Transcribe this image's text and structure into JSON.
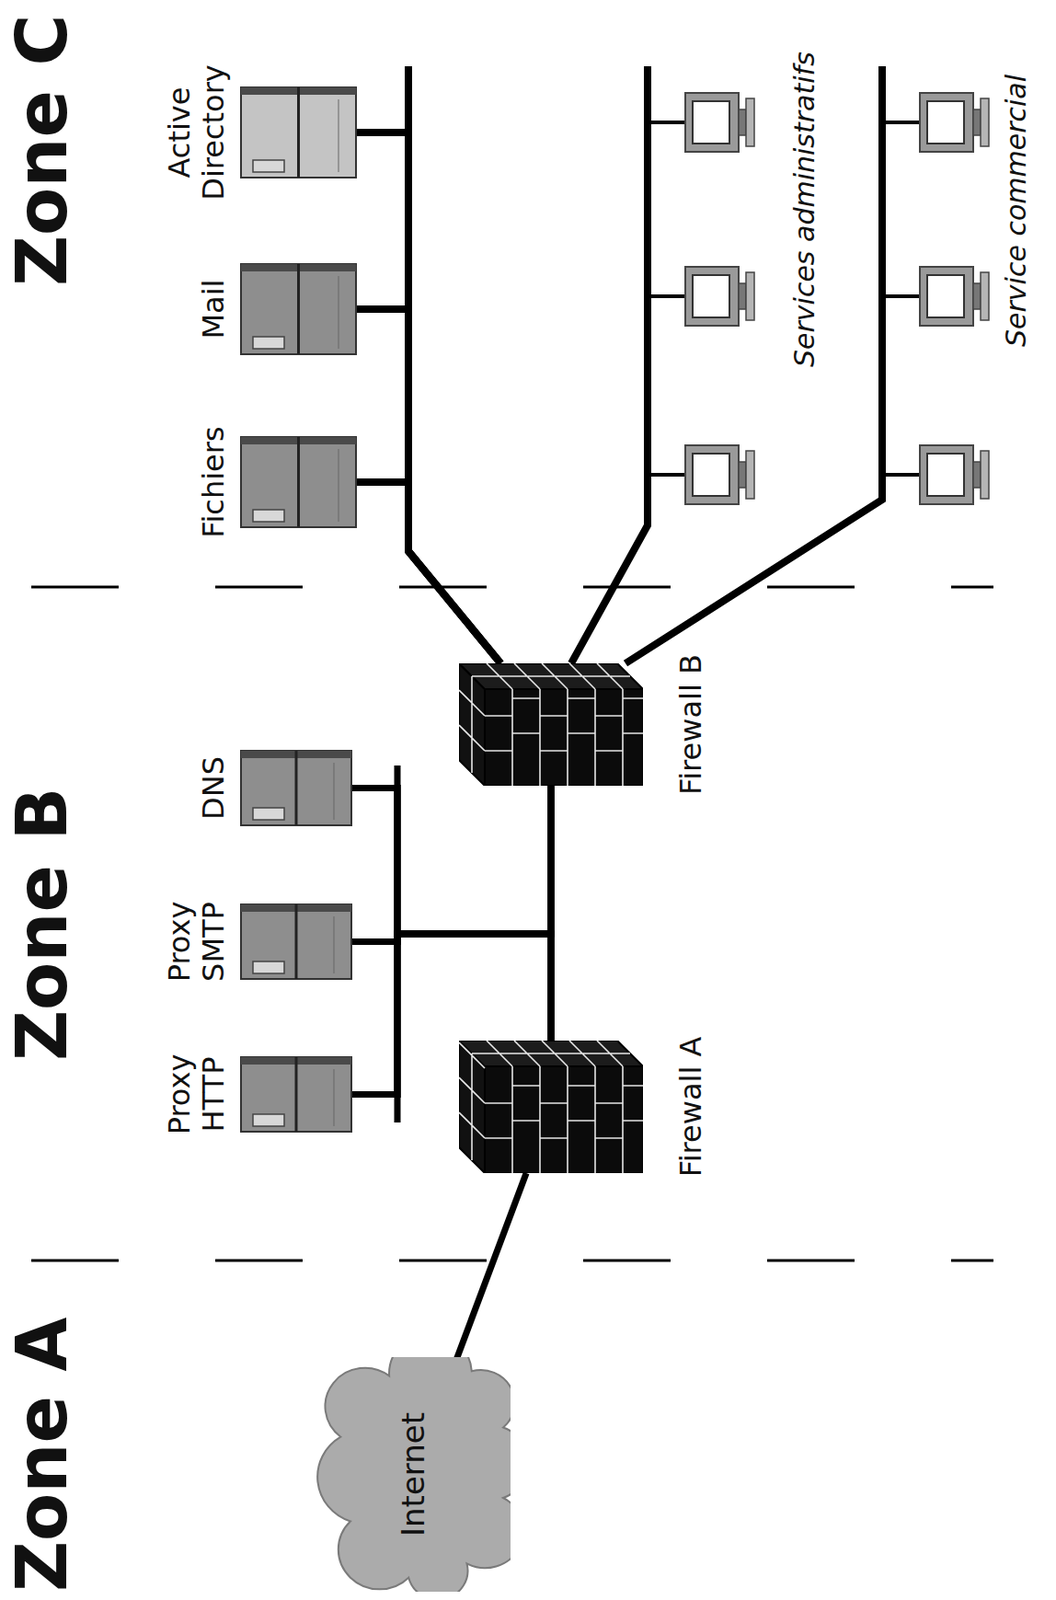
{
  "diagram": {
    "nodes": [
      {
        "text": [
          "Internet"
        ]
      },
      {
        "text": [
          "Proxy HTTP"
        ]
      },
      {
        "text": [
          "Proxy SMTP"
        ]
      },
      {
        "text": [
          "DNS"
        ]
      },
      {
        "text": [
          "Firewall A"
        ]
      },
      {
        "text": [
          "Firewall B"
        ]
      },
      {
        "text": [
          "Fichiers"
        ]
      },
      {
        "text": [
          "Mail"
        ]
      },
      {
        "text": [
          "Active Directory"
        ]
      }
    ],
    "edges": [
      {
        "from": 0,
        "to": 4,
        "arrow": "none"
      },
      {
        "from": 4,
        "to": 5,
        "arrow": "none"
      },
      {
        "from": 1,
        "to": 4,
        "arrow": "none"
      },
      {
        "from": 1,
        "to": 5,
        "arrow": "none"
      },
      {
        "from": 2,
        "to": 4,
        "arrow": "none"
      },
      {
        "from": 2,
        "to": 5,
        "arrow": "none"
      },
      {
        "from": 3,
        "to": 4,
        "arrow": "none"
      },
      {
        "from": 3,
        "to": 5,
        "arrow": "none"
      },
      {
        "from": 5,
        "to": 6,
        "arrow": "none"
      },
      {
        "from": 5,
        "to": 7,
        "arrow": "none"
      },
      {
        "from": 5,
        "to": 8,
        "arrow": "none"
      }
    ],
    "labels": [
      "Zone A",
      "Zone B",
      "Zone C",
      "Services administratifs",
      "Service commercial"
    ]
  }
}
